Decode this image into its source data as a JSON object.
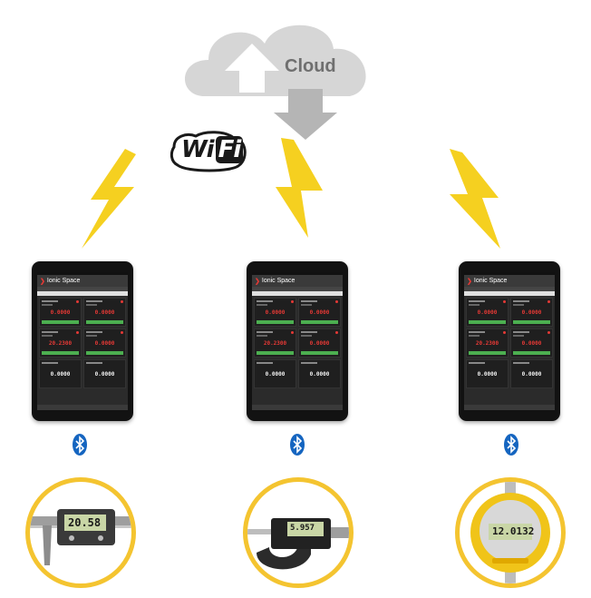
{
  "cloud": {
    "label": "Cloud",
    "fill": "#d6d6d6",
    "text_color": "#6f6f6f"
  },
  "wifi": {
    "wi": "Wi",
    "fi": "Fi"
  },
  "bolt_color": "#f5d020",
  "tablets": [
    {
      "brand": "Ionic Space",
      "values": [
        "0.0000",
        "0.0000",
        "20.2300",
        "0.0000",
        "0.0000",
        "0.0000"
      ]
    },
    {
      "brand": "Ionic Space",
      "values": [
        "0.0000",
        "0.0000",
        "20.2300",
        "0.0000",
        "0.0000",
        "0.0000"
      ]
    },
    {
      "brand": "Ionic Space",
      "values": [
        "0.0000",
        "0.0000",
        "20.2300",
        "0.0000",
        "0.0000",
        "0.0000"
      ]
    }
  ],
  "bluetooth_color": "#1565c0",
  "ring_color": "#f4c430",
  "instruments": [
    {
      "icon": "digital-caliper-icon",
      "readout": "20.58"
    },
    {
      "icon": "digital-micrometer-icon",
      "readout": "5.957"
    },
    {
      "icon": "dial-indicator-icon",
      "readout": "12.0132"
    }
  ]
}
